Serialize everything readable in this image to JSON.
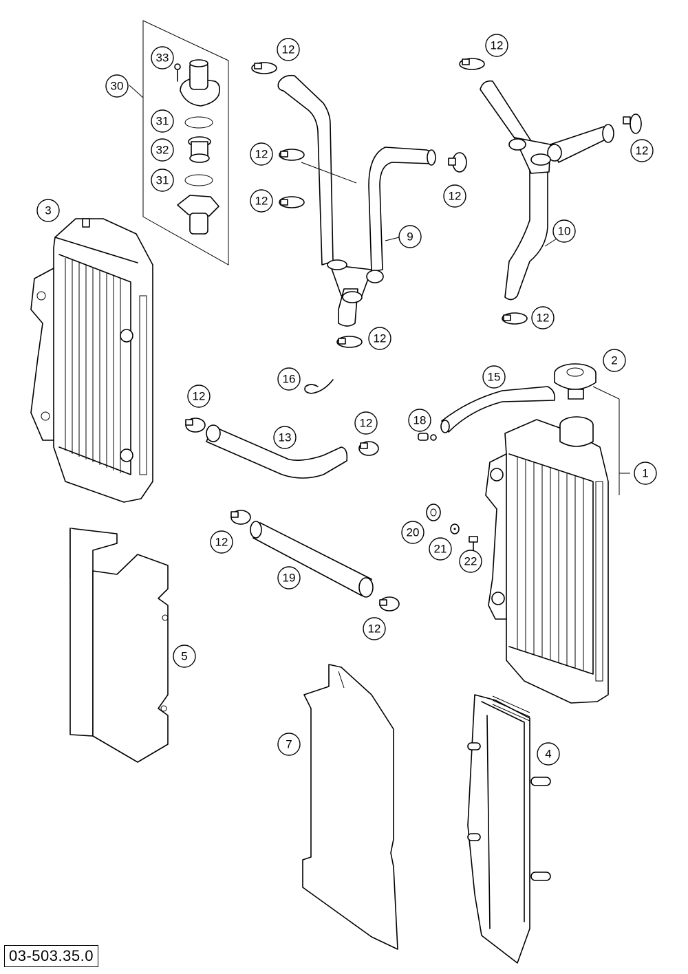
{
  "drawing": {
    "code": "03-503.35.0",
    "callouts": [
      "1",
      "2",
      "3",
      "4",
      "5",
      "7",
      "9",
      "10",
      "12",
      "13",
      "15",
      "16",
      "18",
      "19",
      "20",
      "21",
      "22",
      "30",
      "31",
      "32",
      "33"
    ]
  }
}
